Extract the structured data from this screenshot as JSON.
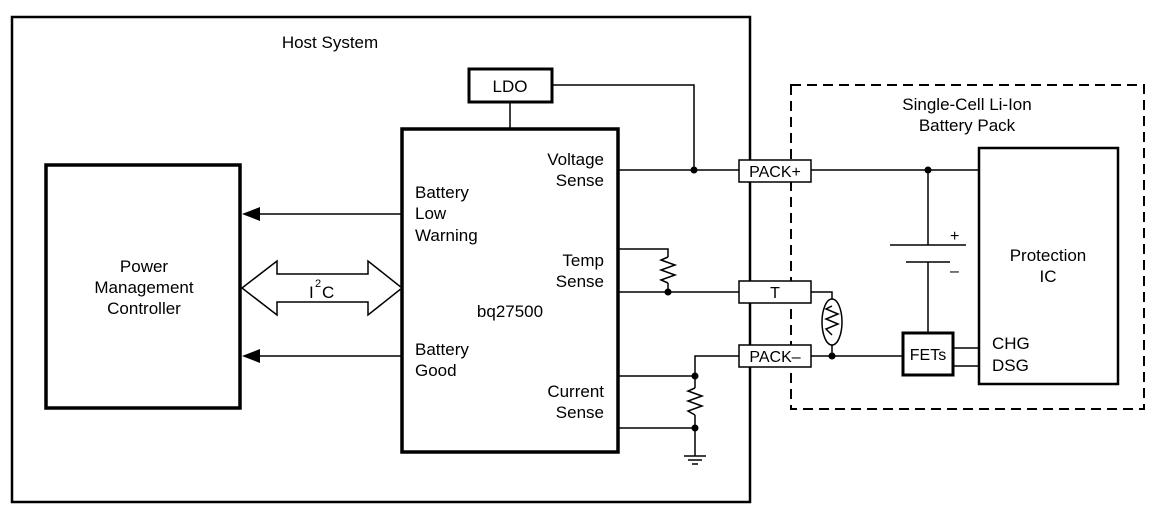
{
  "host": {
    "title": "Host System"
  },
  "ldo": {
    "label": "LDO"
  },
  "pmc": {
    "line1": "Power",
    "line2": "Management",
    "line3": "Controller"
  },
  "gauge": {
    "part": "bq27500",
    "voltage_sense": [
      "Voltage",
      "Sense"
    ],
    "temp_sense": [
      "Temp",
      "Sense"
    ],
    "current_sense": [
      "Current",
      "Sense"
    ],
    "battery_low_warning": [
      "Battery",
      "Low",
      "Warning"
    ],
    "battery_good": [
      "Battery",
      "Good"
    ]
  },
  "i2c": {
    "base": "I",
    "superscript": "2",
    "suffix": "C"
  },
  "connectors": {
    "pack_plus": "PACK+",
    "thermistor": "T",
    "pack_minus": "PACK–"
  },
  "pack": {
    "title_line1": "Single-Cell Li-Ion",
    "title_line2": "Battery Pack",
    "protection_line1": "Protection",
    "protection_line2": "IC",
    "fets": "FETs",
    "chg": "CHG",
    "dsg": "DSG",
    "plus_sign": "+",
    "minus_sign": "–"
  }
}
